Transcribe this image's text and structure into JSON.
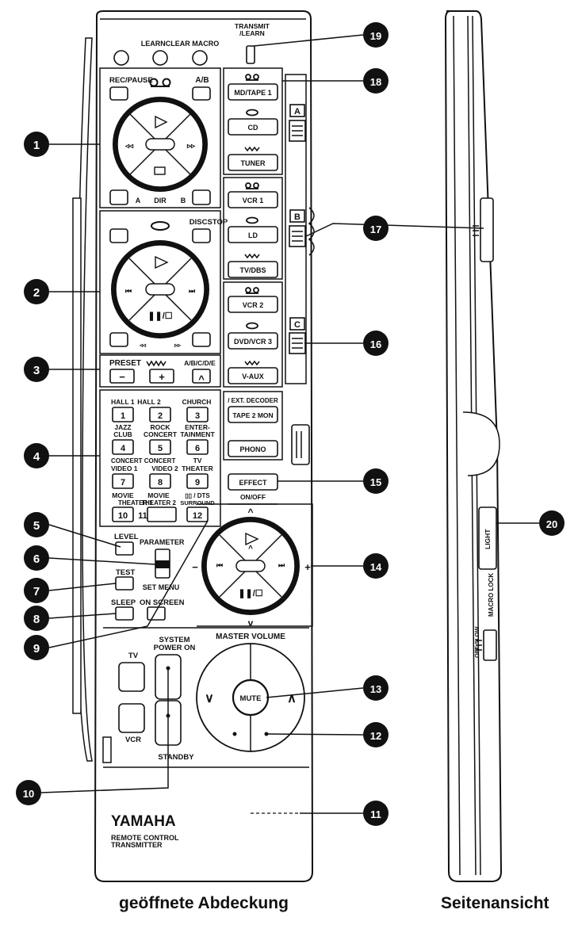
{
  "top": {
    "transmit_learn_1": "TRANSMIT",
    "transmit_learn_2": "/LEARN",
    "learn_clear_macro": "LEARNCLEAR MACRO"
  },
  "deck": {
    "rec_pause": "REC/PAUSE",
    "ab": "A/B",
    "a": "A",
    "dir": "DIR",
    "b": "B"
  },
  "disc": {
    "discstop": "DISCSTOP",
    "pause_stop": "❚❚/☐"
  },
  "preset": {
    "label": "PRESET",
    "abcde": "A/B/C/D/E",
    "minus": "−",
    "plus": "+",
    "up": "^"
  },
  "input_a": [
    "MD/TAPE 1",
    "CD",
    "TUNER"
  ],
  "input_b": [
    "VCR 1",
    "LD",
    "TV/DBS"
  ],
  "input_c": [
    "VCR 2",
    "DVD/VCR 3",
    "V-AUX"
  ],
  "switch_letters": [
    "A",
    "B",
    "C"
  ],
  "ext_decoder": "/ EXT. DECODER",
  "tape2mon": "TAPE 2 MON",
  "phono": "PHONO",
  "dsp": {
    "n1": "1",
    "n2": "2",
    "n3": "3",
    "n4": "4",
    "n5": "5",
    "n6": "6",
    "n7": "7",
    "n8": "8",
    "n9": "9",
    "n10": "10",
    "n11": "11",
    "n12": "12",
    "hall1": "HALL 1",
    "hall2": "HALL 2",
    "church": "CHURCH",
    "jazz1": "JAZZ",
    "jazz2": "CLUB",
    "rock1": "ROCK",
    "rock2": "CONCERT",
    "ent1": "ENTER-",
    "ent2": "TAINMENT",
    "cc1": "CONCERT CONCERT",
    "video1": "VIDEO 1",
    "video2": "VIDEO 2",
    "tvth1": "TV",
    "tvth2": "THEATER",
    "movie1": "MOVIE",
    "movie2": "MOVIE",
    "movth1": "THEATER 1",
    "movth2": "THEATER 2",
    "dts1": "▯▯ / DTS",
    "dts2": "SURROUND"
  },
  "effect": "EFFECT",
  "on_off": "ON/OFF",
  "level": "LEVEL",
  "parameter": "PARAMETER",
  "set_menu": "SET MENU",
  "test": "TEST",
  "sleep": "SLEEP",
  "on_screen": "ON SCREEN",
  "cursor": {
    "minus": "−",
    "plus": "+",
    "pause_stop": "❚❚/☐"
  },
  "system_power_on_1": "SYSTEM",
  "system_power_on_2": "POWER ON",
  "tv": "TV",
  "vcr": "VCR",
  "standby": "STANDBY",
  "master_volume": "MASTER VOLUME",
  "mute": "MUTE",
  "brand": "YAMAHA",
  "rc1": "REMOTE CONTROL",
  "rc2": "TRANSMITTER",
  "side": {
    "light": "LIGHT",
    "macro_lock": "MACRO LOCK",
    "off_slow": "OFF SLOW"
  },
  "callouts": [
    "1",
    "2",
    "3",
    "4",
    "5",
    "6",
    "7",
    "8",
    "9",
    "10",
    "11",
    "12",
    "13",
    "14",
    "15",
    "16",
    "17",
    "18",
    "19",
    "20"
  ],
  "captions": {
    "left": "geöffnete Abdeckung",
    "right": "Seitenansicht"
  }
}
